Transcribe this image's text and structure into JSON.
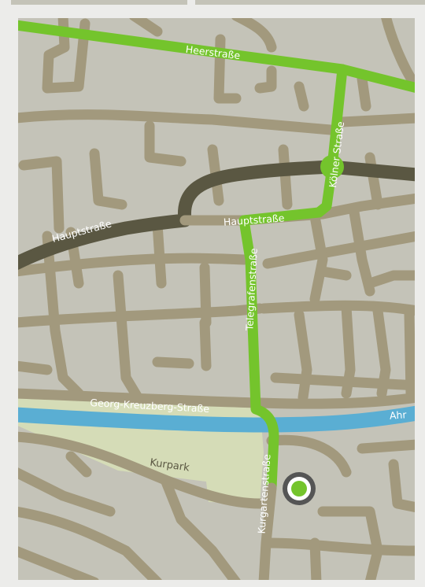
{
  "map": {
    "streets": {
      "heerstrasse": "Heerstraße",
      "koelner_strasse": "Kölner Straße",
      "hauptstrasse_west": "Hauptstraße",
      "hauptstrasse_east": "Hauptstraße",
      "telegrafenstrasse": "Telegrafenstraße",
      "georg_kreuzberg_strasse": "Georg-Kreuzberg-Straße",
      "kurgartenstrasse": "Kurgartenstraße"
    },
    "river": "Ahr",
    "park": "Kurpark"
  },
  "colors": {
    "background": "#ececea",
    "land": "#c4c3b8",
    "minor_road": "#a2997d",
    "main_road": "#5a5742",
    "route": "#74c42c",
    "river": "#5aaed3",
    "park": "#d5dcb7",
    "marker_ring": "#555555",
    "marker_center": "#74c42c"
  },
  "icons": {
    "destination_marker": "location-target-icon",
    "route_junction": "junction-dot-icon"
  }
}
